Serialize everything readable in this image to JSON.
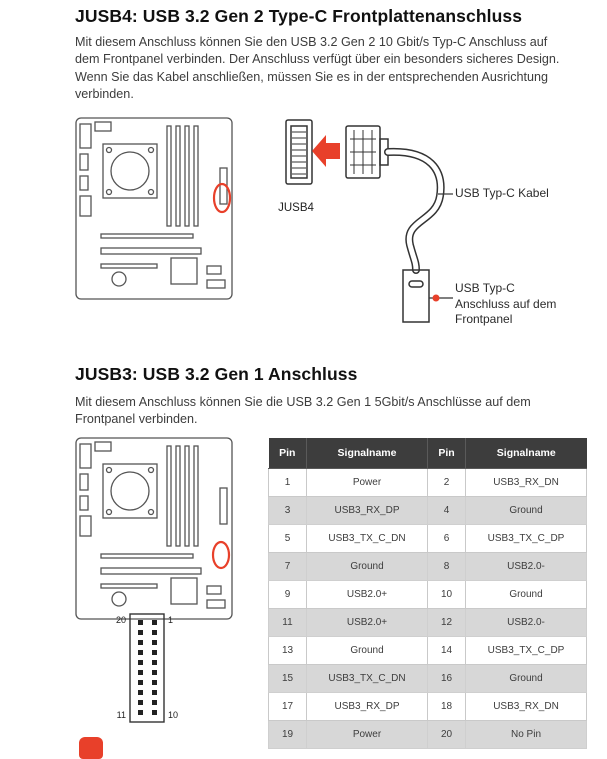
{
  "colors": {
    "accent_red": "#e8402a",
    "table_header_bg": "#3d3d3d",
    "table_row_alt_bg": "#d7d7d7"
  },
  "section_jusb4": {
    "title": "JUSB4: USB 3.2 Gen 2 Type-C Frontplattenanschluss",
    "body": "Mit diesem Anschluss können Sie den USB 3.2 Gen 2 10 Gbit/s Typ-C Anschluss auf dem Frontpanel verbinden. Der Anschluss verfügt über ein besonders sicheres Design. Wenn Sie das Kabel anschließen, müssen Sie es in der entsprechenden Ausrichtung verbinden.",
    "connector_label": "JUSB4",
    "cable_label": "USB Typ-C Kabel",
    "front_panel_label": "USB Typ-C Anschluss auf dem Frontpanel"
  },
  "section_jusb3": {
    "title": "JUSB3: USB 3.2 Gen 1 Anschluss",
    "body": "Mit diesem Anschluss können Sie die USB 3.2 Gen 1 5Gbit/s Anschlüsse auf dem Frontpanel verbinden.",
    "pin_diagram": {
      "top_left": "20",
      "top_right": "1",
      "bottom_left": "11",
      "bottom_right": "10"
    }
  },
  "pin_table": {
    "headers": [
      "Pin",
      "Signalname",
      "Pin",
      "Signalname"
    ],
    "rows": [
      [
        "1",
        "Power",
        "2",
        "USB3_RX_DN"
      ],
      [
        "3",
        "USB3_RX_DP",
        "4",
        "Ground"
      ],
      [
        "5",
        "USB3_TX_C_DN",
        "6",
        "USB3_TX_C_DP"
      ],
      [
        "7",
        "Ground",
        "8",
        "USB2.0-"
      ],
      [
        "9",
        "USB2.0+",
        "10",
        "Ground"
      ],
      [
        "11",
        "USB2.0+",
        "12",
        "USB2.0-"
      ],
      [
        "13",
        "Ground",
        "14",
        "USB3_TX_C_DP"
      ],
      [
        "15",
        "USB3_TX_C_DN",
        "16",
        "Ground"
      ],
      [
        "17",
        "USB3_RX_DP",
        "18",
        "USB3_RX_DN"
      ],
      [
        "19",
        "Power",
        "20",
        "No Pin"
      ]
    ]
  }
}
